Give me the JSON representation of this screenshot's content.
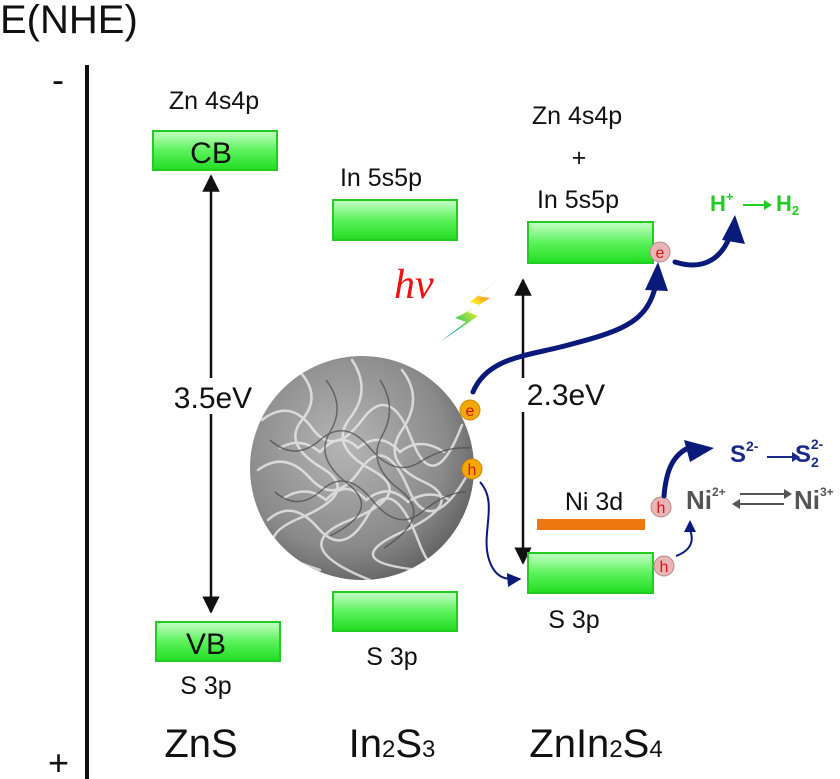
{
  "axis": {
    "label": "E(NHE)",
    "top_sign": "-",
    "bottom_sign": "+"
  },
  "zns": {
    "cb_origin": "Zn 4s4p",
    "cb_label": "CB",
    "gap": "3.5eV",
    "vb_label": "VB",
    "vb_origin": "S 3p",
    "name_main": "ZnS"
  },
  "in2s3": {
    "cb_origin": "In 5s5p",
    "vb_origin": "S 3p",
    "name_p1": "In",
    "name_s1": "2",
    "name_p2": "S",
    "name_s2": "3"
  },
  "znin2s4": {
    "cb_origin_1": "Zn 4s4p",
    "cb_plus": "+",
    "cb_origin_2": "In 5s5p",
    "gap": "2.3eV",
    "dopant_level": "Ni 3d",
    "vb_origin": "S 3p",
    "name_p1": "ZnIn",
    "name_s1": "2",
    "name_p2": "S",
    "name_s2": "4"
  },
  "light": {
    "label": "hv"
  },
  "carriers": {
    "electron": "e",
    "hole": "h"
  },
  "reaction_h2": {
    "reactant": "H",
    "reactant_sup": "+",
    "product": "H",
    "product_sub": "2"
  },
  "reaction_s": {
    "reactant": "S",
    "reactant_sup": "2-",
    "product": "S",
    "product_sub": "2",
    "product_sup": "2-"
  },
  "reaction_ni": {
    "left": "Ni",
    "left_sup": "2+",
    "right": "Ni",
    "right_sup": "3+"
  },
  "colors": {
    "band_green": "#33ee33",
    "band_border": "#22cc22",
    "ni_level": "#ee7711",
    "flow_arrow": "#0a1a7a",
    "h2_text": "#22cc22",
    "s_text": "#1a2a88",
    "ni_text": "#555555",
    "hv_text": "#ee1111",
    "carrier_fill": "#e8b4b4",
    "carrier_text": "#d4151a",
    "particle_carrier_fill": "#f2a800"
  }
}
